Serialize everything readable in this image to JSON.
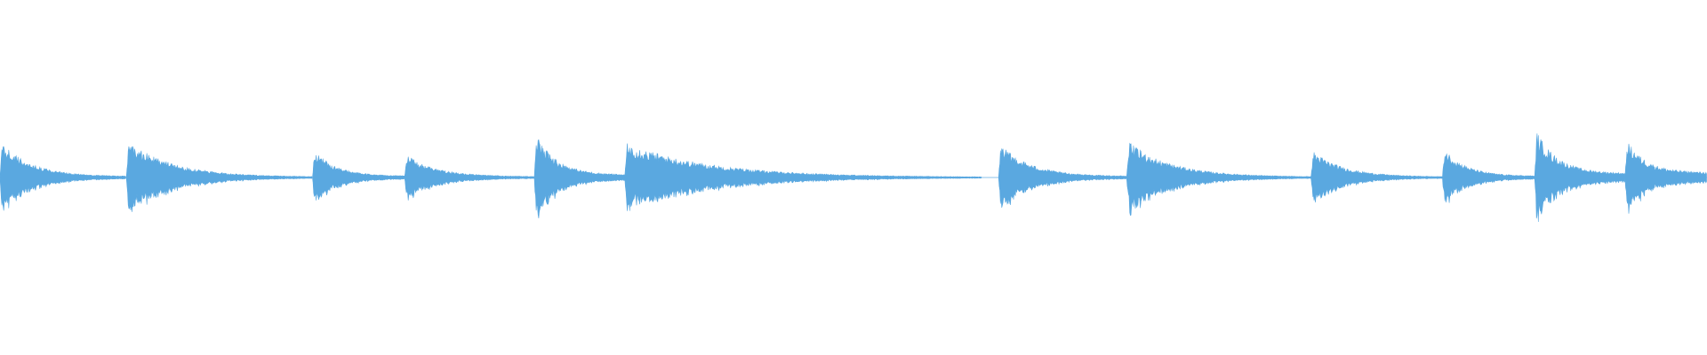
{
  "waveform": {
    "color": "#5aa8e0",
    "baseline_color": "#5aa8e0",
    "segments": [
      {
        "onset": 0.0,
        "end": 0.074,
        "peak": 0.42,
        "floor": 0.025
      },
      {
        "onset": 0.074,
        "end": 0.183,
        "peak": 0.44,
        "floor": 0.012
      },
      {
        "onset": 0.183,
        "end": 0.237,
        "peak": 0.34,
        "floor": 0.045
      },
      {
        "onset": 0.237,
        "end": 0.313,
        "peak": 0.27,
        "floor": 0.03
      },
      {
        "onset": 0.313,
        "end": 0.366,
        "peak": 0.52,
        "floor": 0.055
      },
      {
        "onset": 0.366,
        "end": 0.575,
        "peak": 0.4,
        "floor": 0.006
      },
      {
        "onset": 0.585,
        "end": 0.66,
        "peak": 0.4,
        "floor": 0.03
      },
      {
        "onset": 0.66,
        "end": 0.768,
        "peak": 0.42,
        "floor": 0.012
      },
      {
        "onset": 0.768,
        "end": 0.845,
        "peak": 0.32,
        "floor": 0.02
      },
      {
        "onset": 0.845,
        "end": 0.899,
        "peak": 0.36,
        "floor": 0.04
      },
      {
        "onset": 0.899,
        "end": 0.952,
        "peak": 0.57,
        "floor": 0.08
      },
      {
        "onset": 0.952,
        "end": 1.0,
        "peak": 0.46,
        "floor": 0.12
      }
    ]
  }
}
